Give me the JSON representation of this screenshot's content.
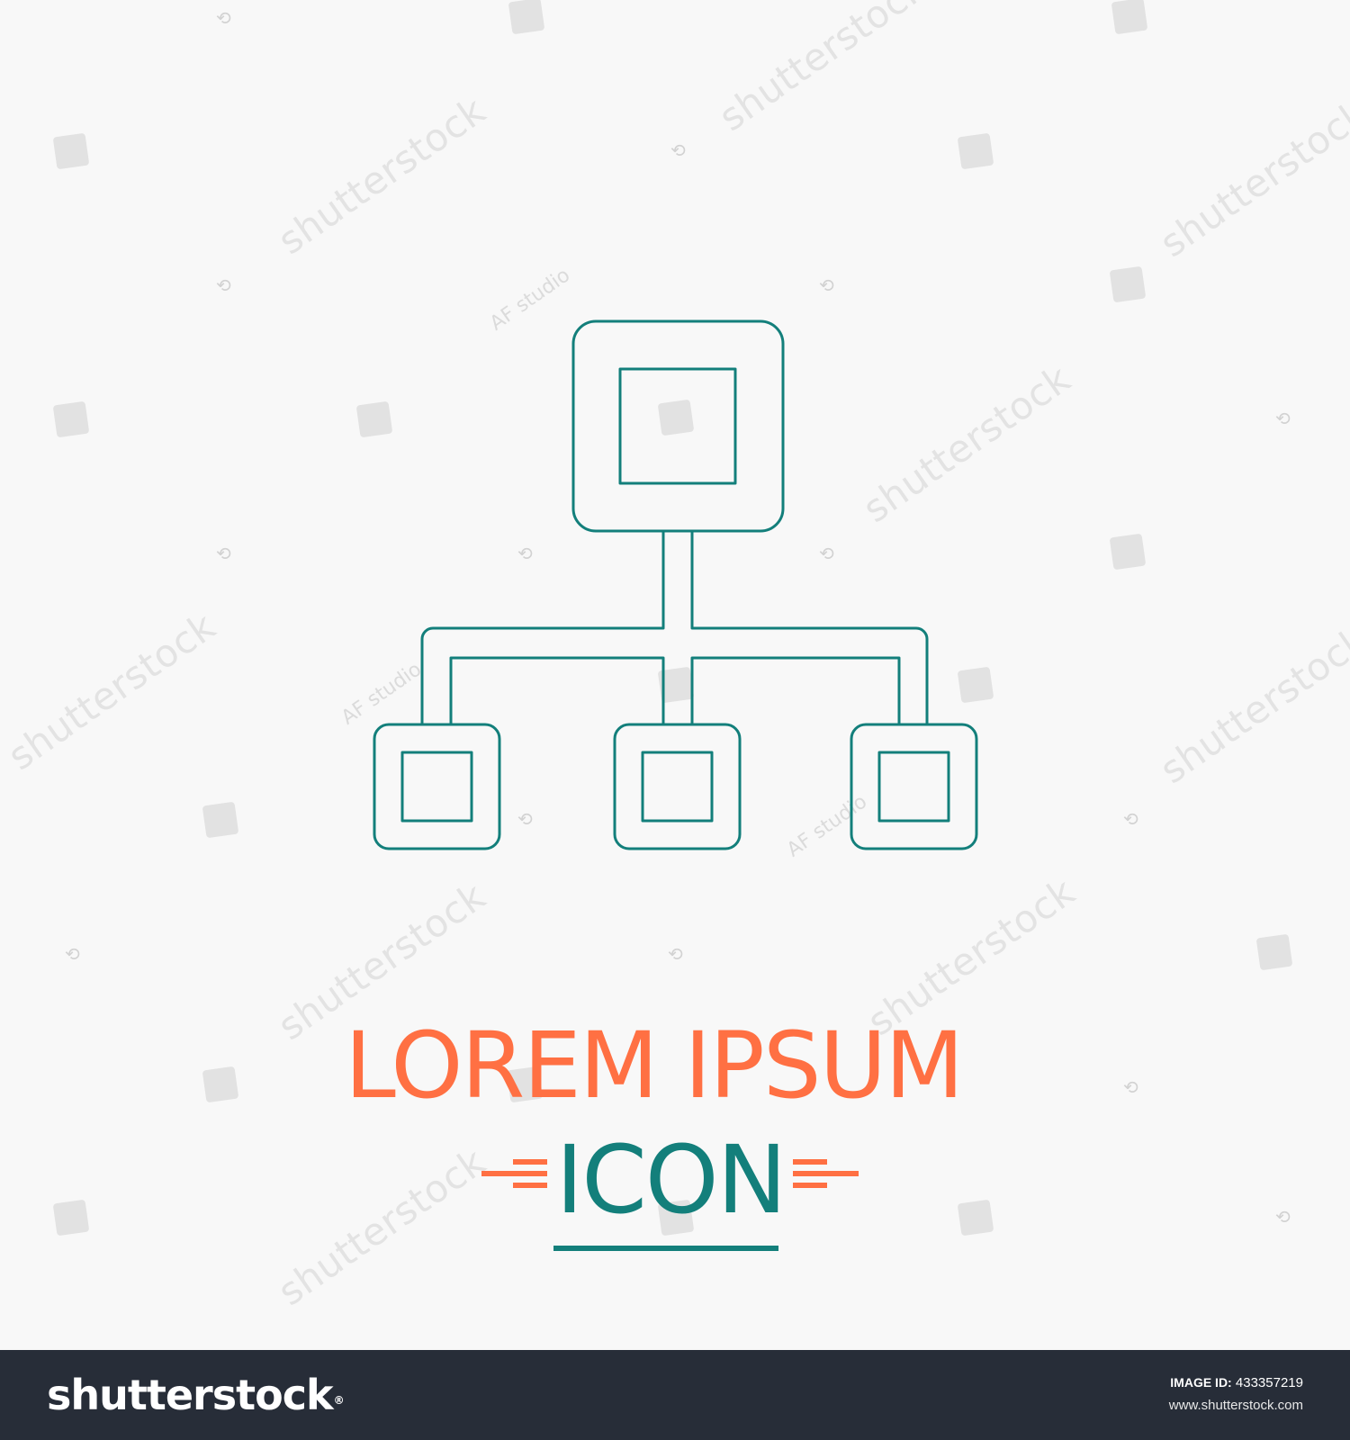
{
  "watermark": {
    "text": "shutterstock",
    "studio_text": "AF studio"
  },
  "icon": {
    "name": "hierarchy-network-icon",
    "stroke_color": "#137f7b"
  },
  "title": "LOREM IPSUM",
  "subtitle": "ICON",
  "accent_colors": {
    "title": "#ff7043",
    "subtitle": "#137f7b",
    "footer": "#272d38"
  },
  "footer": {
    "brand": "shutterstock",
    "brand_mark": "®",
    "image_id_label": "IMAGE ID:",
    "image_id": "433357219",
    "website": "www.shutterstock.com"
  }
}
